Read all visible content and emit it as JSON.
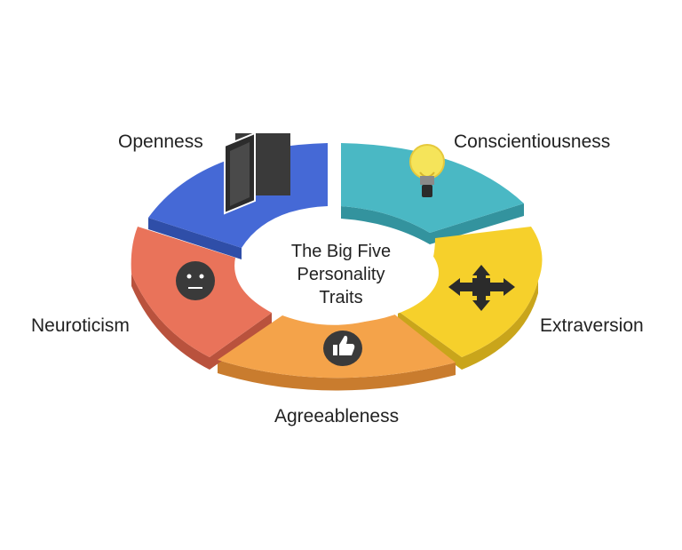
{
  "diagram": {
    "center_title": [
      "The Big Five",
      "Personality",
      "Traits"
    ],
    "segments": [
      {
        "label": "Openness",
        "icon": "door-icon",
        "color": "#4569d6",
        "side": "#2f4ea8"
      },
      {
        "label": "Conscientiousness",
        "icon": "lightbulb-icon",
        "color": "#4ab8c4",
        "side": "#33939e"
      },
      {
        "label": "Extraversion",
        "icon": "four-arrows-icon",
        "color": "#f6d02b",
        "side": "#c9a51b"
      },
      {
        "label": "Agreeableness",
        "icon": "thumbs-up-icon",
        "color": "#f4a34a",
        "side": "#c97c2e"
      },
      {
        "label": "Neuroticism",
        "icon": "neutral-face-icon",
        "color": "#e9735a",
        "side": "#b9523d"
      }
    ]
  }
}
